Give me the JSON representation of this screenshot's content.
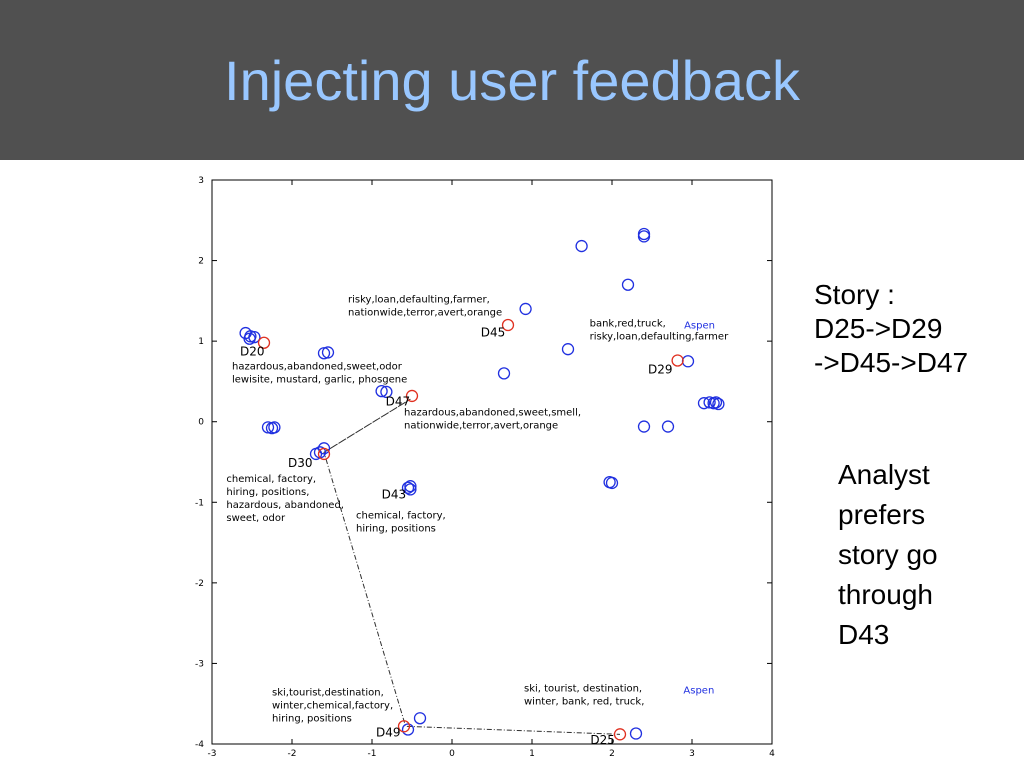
{
  "slide": {
    "title": "Injecting user feedback",
    "title_color": "#99c7ff",
    "header_bg": "#505050"
  },
  "story": [
    "Story :",
    "D25->D29",
    "->D45->D47"
  ],
  "analyst": [
    "Analyst",
    "prefers",
    "story go",
    "through",
    "D43"
  ],
  "chart_data": {
    "type": "scatter",
    "xlim": [
      -3,
      4
    ],
    "ylim": [
      -4,
      3
    ],
    "xticks": [
      "-3",
      "-2",
      "-1",
      "0",
      "1",
      "2",
      "3",
      "4"
    ],
    "yticks": [
      "-4",
      "-3",
      "-2",
      "-1",
      "0",
      "1",
      "2",
      "3"
    ],
    "grid": false,
    "colors": {
      "documents": "#2030e0",
      "highlighted": "#e03020",
      "path": "#303030"
    },
    "blue_points": [
      [
        -2.58,
        1.1
      ],
      [
        -2.52,
        1.06
      ],
      [
        -2.47,
        1.05
      ],
      [
        -2.53,
        1.03
      ],
      [
        -1.6,
        0.85
      ],
      [
        -1.55,
        0.86
      ],
      [
        -2.3,
        -0.07
      ],
      [
        -2.25,
        -0.08
      ],
      [
        -2.22,
        -0.07
      ],
      [
        -1.7,
        -0.4
      ],
      [
        -1.65,
        -0.38
      ],
      [
        -1.6,
        -0.33
      ],
      [
        -0.88,
        0.38
      ],
      [
        -0.82,
        0.37
      ],
      [
        -0.52,
        -0.8
      ],
      [
        -0.55,
        -0.82
      ],
      [
        -0.52,
        -0.84
      ],
      [
        0.65,
        0.6
      ],
      [
        0.92,
        1.4
      ],
      [
        1.45,
        0.9
      ],
      [
        1.62,
        2.18
      ],
      [
        2.4,
        2.33
      ],
      [
        2.4,
        2.3
      ],
      [
        2.2,
        1.7
      ],
      [
        1.97,
        -0.75
      ],
      [
        2.0,
        -0.76
      ],
      [
        2.4,
        -0.06
      ],
      [
        2.7,
        -0.06
      ],
      [
        2.95,
        0.75
      ],
      [
        3.15,
        0.23
      ],
      [
        3.22,
        0.24
      ],
      [
        3.27,
        0.23
      ],
      [
        3.3,
        0.24
      ],
      [
        3.33,
        0.22
      ],
      [
        -0.4,
        -3.68
      ],
      [
        -0.55,
        -3.82
      ],
      [
        2.3,
        -3.87
      ]
    ],
    "red_points": [
      [
        -2.35,
        0.98
      ],
      [
        -1.6,
        -0.4
      ],
      [
        -0.5,
        0.32
      ],
      [
        0.7,
        1.2
      ],
      [
        2.82,
        0.76
      ],
      [
        -0.6,
        -3.78
      ],
      [
        2.1,
        -3.88
      ]
    ],
    "path_points": [
      [
        -1.6,
        -0.38
      ],
      [
        -0.52,
        0.28
      ],
      [
        -1.6,
        -0.38
      ],
      [
        -0.58,
        -3.78
      ],
      [
        2.1,
        -3.88
      ]
    ],
    "labels": [
      {
        "text": "D20",
        "x": -2.65,
        "y": 0.82
      },
      {
        "text": "D45",
        "x": 0.36,
        "y": 1.06
      },
      {
        "text": "D29",
        "x": 2.45,
        "y": 0.6
      },
      {
        "text": "D47",
        "x": -0.83,
        "y": 0.2
      },
      {
        "text": "D30",
        "x": -2.05,
        "y": -0.56
      },
      {
        "text": "D43",
        "x": -0.88,
        "y": -0.95
      },
      {
        "text": "D49",
        "x": -0.95,
        "y": -3.91
      },
      {
        "text": "D25",
        "x": 1.73,
        "y": -4.0
      }
    ],
    "annotations": [
      {
        "lines": [
          "risky,loan,defaulting,farmer,",
          "nationwide,terror,avert,orange"
        ],
        "x": -1.3,
        "y": 1.48,
        "aspen": ""
      },
      {
        "lines": [
          "bank,red,truck,",
          "risky,loan,defaulting,farmer"
        ],
        "x": 1.72,
        "y": 1.18,
        "aspen": "Aspen"
      },
      {
        "lines": [
          "hazardous,abandoned,sweet,odor",
          "lewisite, mustard, garlic, phosgene"
        ],
        "x": -2.75,
        "y": 0.65,
        "aspen": ""
      },
      {
        "lines": [
          "hazardous,abandoned,sweet,smell,",
          "nationwide,terror,avert,orange"
        ],
        "x": -0.6,
        "y": 0.08,
        "aspen": ""
      },
      {
        "lines": [
          "chemical, factory,",
          "hiring, positions,",
          "hazardous, abandoned,",
          "sweet, odor"
        ],
        "x": -2.82,
        "y": -0.75,
        "aspen": ""
      },
      {
        "lines": [
          "chemical, factory,",
          "hiring, positions"
        ],
        "x": -1.2,
        "y": -1.2,
        "aspen": ""
      },
      {
        "lines": [
          "ski,tourist,destination,",
          "winter,chemical,factory,",
          "hiring, positions"
        ],
        "x": -2.25,
        "y": -3.4,
        "aspen": ""
      },
      {
        "lines": [
          "ski, tourist, destination,",
          "winter, bank, red, truck,"
        ],
        "x": 0.9,
        "y": -3.35,
        "aspen": "Aspen"
      }
    ]
  }
}
